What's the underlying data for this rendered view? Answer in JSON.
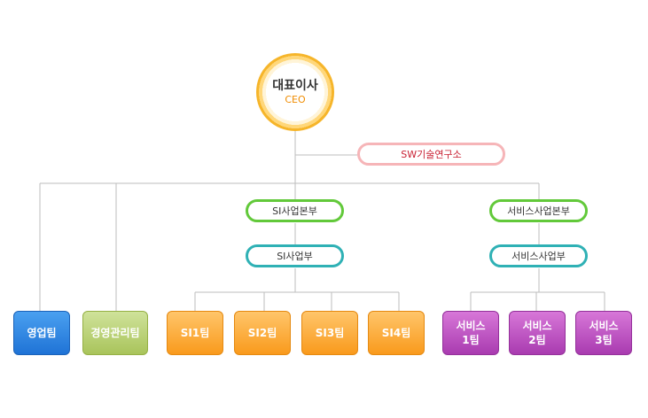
{
  "ceo": {
    "title": "대표이사",
    "subtitle": "CEO"
  },
  "lab": "SW기술연구소",
  "si_division": "SI사업본부",
  "si_dept": "SI사업부",
  "svc_division": "서비스사업본부",
  "svc_dept": "서비스사업부",
  "teams": {
    "sales": "영업팀",
    "management": "경영관리팀",
    "si1": "SI1팀",
    "si2": "SI2팀",
    "si3": "SI3팀",
    "si4": "SI4팀",
    "svc1_line1": "서비스",
    "svc1_line2": "1팀",
    "svc2_line1": "서비스",
    "svc2_line2": "2팀",
    "svc3_line1": "서비스",
    "svc3_line2": "3팀"
  },
  "colors": {
    "line": "#bdbdbd",
    "ceo_ring": "#f6b52a",
    "lab_border": "#f6b5b8",
    "division_border": "#62c93a",
    "dept_border": "#2fb1b5",
    "sales": "#1f73d6",
    "management": "#a9c45b",
    "si_team": "#f99a1c",
    "svc_team": "#a93bb0"
  }
}
